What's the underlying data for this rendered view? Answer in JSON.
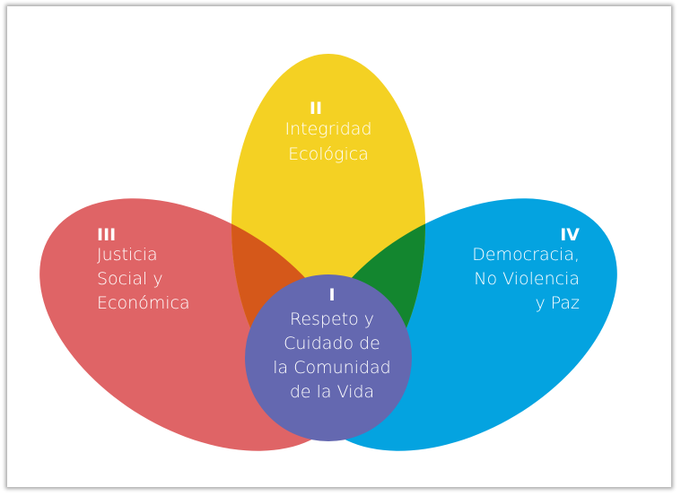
{
  "colors": {
    "justicia": "#DF6466",
    "integridad": "#F4D123",
    "democracia": "#04A3E0",
    "overlap_red_yellow": "#D5581A",
    "overlap_yellow_blue": "#13862F",
    "respeto": "#6468B0"
  },
  "petals": {
    "integridad": {
      "numeral": "II",
      "lines": [
        "Integridad",
        "Ecológica"
      ]
    },
    "justicia": {
      "numeral": "III",
      "lines": [
        "Justicia",
        "Social y",
        "Económica"
      ]
    },
    "democracia": {
      "numeral": "IV",
      "lines": [
        "Democracia,",
        "No Violencia",
        "y Paz"
      ]
    },
    "respeto": {
      "numeral": "I",
      "lines": [
        "Respeto y",
        "Cuidado de",
        "la Comunidad",
        "de la Vida"
      ]
    }
  }
}
